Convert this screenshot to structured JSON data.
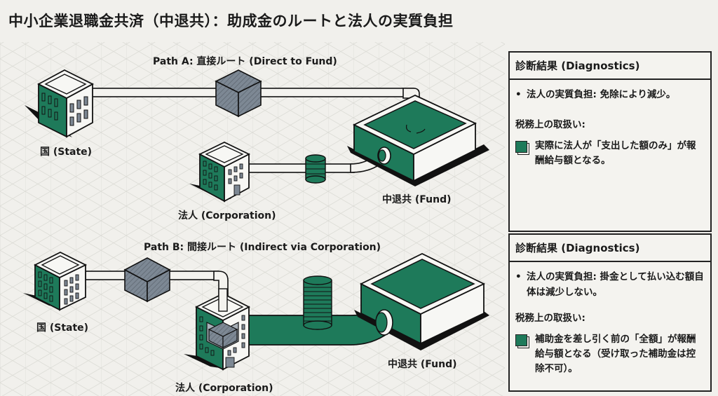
{
  "title": "中小企業退職金共済（中退共）：助成金のルートと法人の実質負担",
  "colors": {
    "accent_green": "#1e7a5a",
    "subsidy_gray": "#7d8894",
    "background": "#f1f0ec",
    "ink": "#1a1a1a"
  },
  "path_a": {
    "heading": "Path A: 直接ルート (Direct to Fund)",
    "state_label": "国 (State)",
    "corporation_label": "法人 (Corporation)",
    "fund_label": "中退共 (Fund)",
    "diagnostics": {
      "header": "診断結果 (Diagnostics)",
      "burden": "法人の実質負担: 免除により減少。",
      "tax_heading": "税務上の取扱い:",
      "tax_text": "実際に法人が「支出した額のみ」が報酬給与額となる。"
    }
  },
  "path_b": {
    "heading": "Path B: 間接ルート (Indirect via Corporation)",
    "state_label": "国 (State)",
    "corporation_label": "法人 (Corporation)",
    "fund_label": "中退共 (Fund)",
    "diagnostics": {
      "header": "診断結果 (Diagnostics)",
      "burden": "法人の実質負担: 掛金として払い込む額自体は減少しない。",
      "tax_heading": "税務上の取扱い:",
      "tax_text": "補助金を差し引く前の「全額」が報酬給与額となる（受け取った補助金は控除不可）。"
    }
  },
  "bullet_glyph": "•"
}
